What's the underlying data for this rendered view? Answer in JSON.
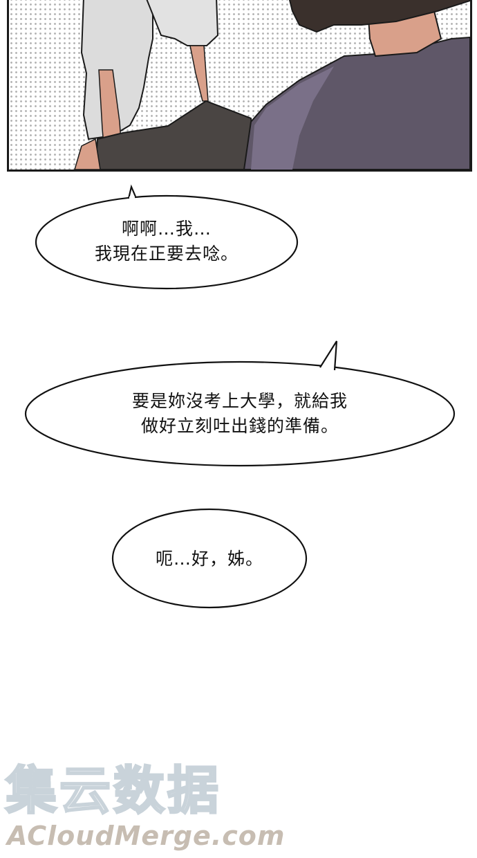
{
  "panel": {
    "description": "comic panel: girl in white t-shirt and dark shorts sitting, person with bob haircut in purple sweater seen from behind",
    "colors": {
      "border": "#1a1a1a",
      "halftone_dot": "#b5b5b5",
      "shirt_white": "#dcdcdc",
      "shorts_dark": "#4a4543",
      "sweater_purple": "#5f5768",
      "sweater_light": "#7a7088",
      "skin": "#d9a08a",
      "hair": "#3a302c"
    }
  },
  "bubbles": [
    {
      "id": "bubble-1",
      "lines": [
        "啊啊…我…",
        "我現在正要去唸。"
      ]
    },
    {
      "id": "bubble-2",
      "lines": [
        "要是妳沒考上大學，就給我",
        "做好立刻吐出錢的準備。"
      ]
    },
    {
      "id": "bubble-3",
      "lines": [
        "呃…好，姊。"
      ]
    }
  ],
  "watermark": {
    "chinese": "集云数据",
    "english": "ACloudMerge.com"
  }
}
